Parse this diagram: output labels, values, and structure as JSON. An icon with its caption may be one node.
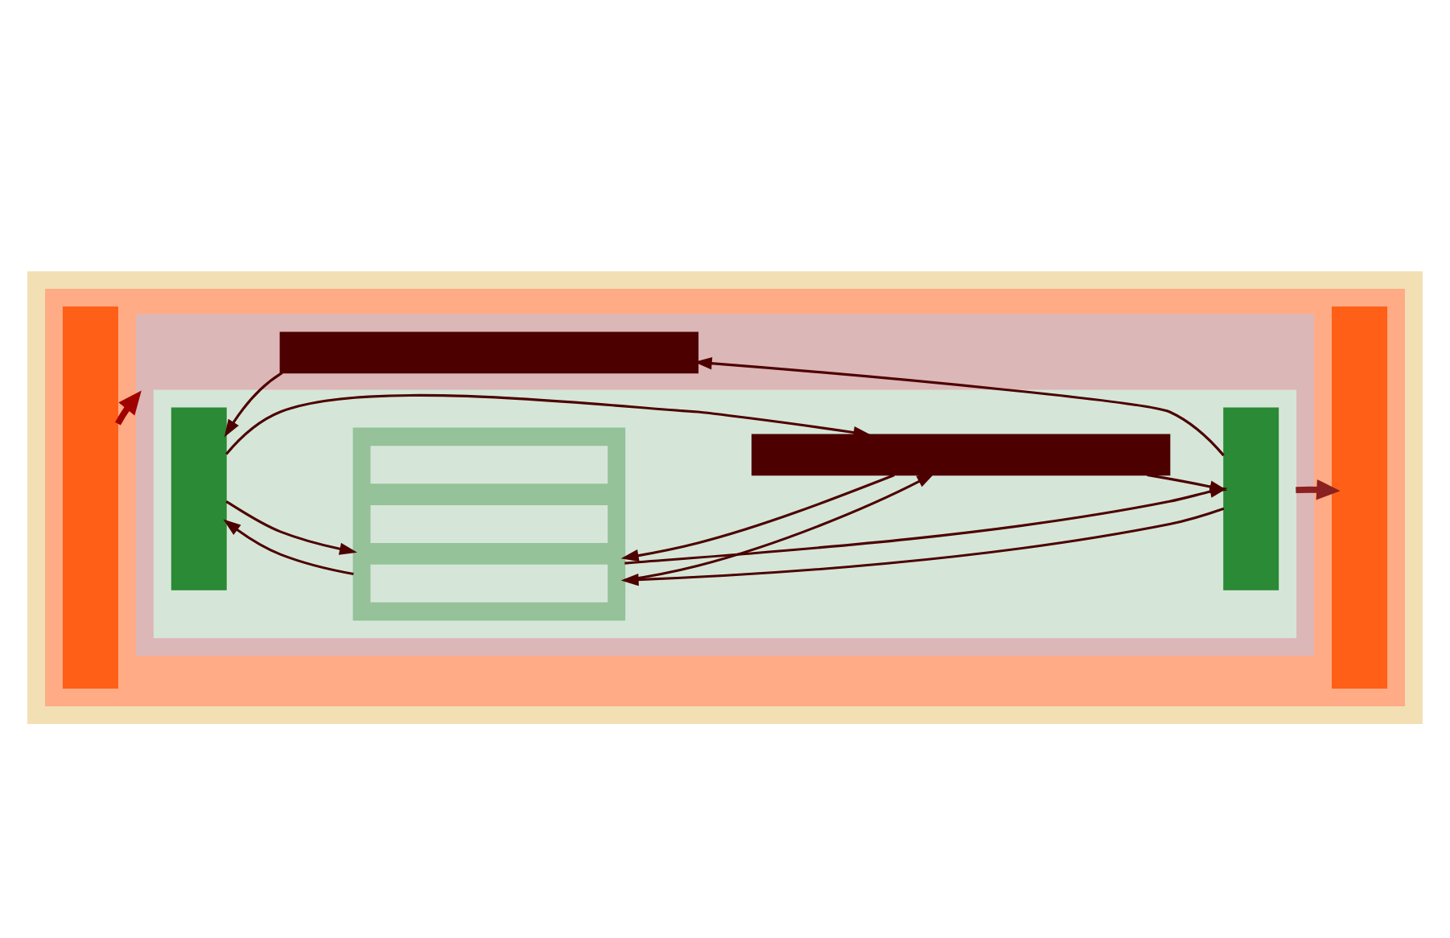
{
  "diagram": {
    "nodes": [
      {
        "text": [],
        "shape": "box"
      },
      {
        "text": [],
        "shape": "box",
        "in": 0
      },
      {
        "text": [],
        "shape": "bar",
        "in": 1
      },
      {
        "text": [],
        "shape": "box",
        "in": 1
      },
      {
        "text": [],
        "shape": "bar",
        "in": 3
      },
      {
        "text": [],
        "shape": "box",
        "in": 3
      },
      {
        "text": [],
        "shape": "bar",
        "in": 5
      },
      {
        "text": [],
        "shape": "box",
        "in": 5
      },
      {
        "text": [],
        "shape": "bar",
        "in": 7
      },
      {
        "text": [],
        "shape": "bar",
        "in": 7
      },
      {
        "text": [],
        "shape": "bar",
        "in": 7
      },
      {
        "text": [],
        "shape": "bar",
        "in": 5
      },
      {
        "text": [],
        "shape": "bar",
        "in": 5
      },
      {
        "text": [],
        "shape": "bar",
        "in": 1
      }
    ],
    "edges": [
      {
        "from": 2,
        "to": 3,
        "arrow": "to",
        "style": "thick",
        "color": "#a00000"
      },
      {
        "from": 5,
        "to": 13,
        "arrow": "to",
        "style": "thick",
        "color": "#8b2020"
      },
      {
        "from": 4,
        "to": 6,
        "arrow": "to"
      },
      {
        "from": 11,
        "to": 4,
        "arrow": "to"
      },
      {
        "from": 7,
        "to": 6,
        "arrow": "to"
      },
      {
        "from": 6,
        "to": 7,
        "arrow": "to"
      },
      {
        "from": 11,
        "to": 7,
        "arrow": "to"
      },
      {
        "from": 7,
        "to": 11,
        "arrow": "to"
      },
      {
        "from": 6,
        "to": 12,
        "arrow": "to"
      },
      {
        "from": 7,
        "to": 12,
        "arrow": "to"
      },
      {
        "from": 12,
        "to": 7,
        "arrow": "to"
      },
      {
        "from": 12,
        "to": 11,
        "arrow": "to"
      }
    ]
  }
}
